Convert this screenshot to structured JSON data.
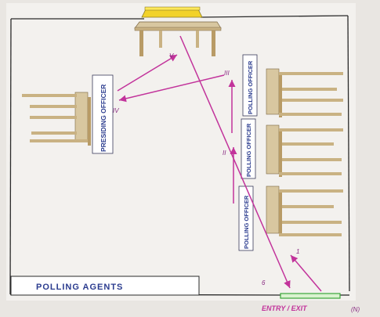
{
  "labels": {
    "presiding_officer": "PRESIDING OFFICER",
    "polling_officer": "POLLING OFFICER",
    "polling_agents": "POLLING AGENTS",
    "entry_exit": "ENTRY / EXIT"
  },
  "step_numbers": {
    "one": "1",
    "two": "II",
    "three": "III",
    "four": "IV",
    "five": "V",
    "six": "6"
  },
  "corner_mark": "(N)",
  "colors": {
    "paper": "#f3f1ee",
    "wall_border": "#2a2a2a",
    "arrow": "#c2339b",
    "label_ink": "#2b3c8f",
    "furniture_light": "#d8c7a0",
    "furniture_dark": "#b89b66",
    "ballot_box": "#f2d22a",
    "door_green": "#3aa63a"
  }
}
